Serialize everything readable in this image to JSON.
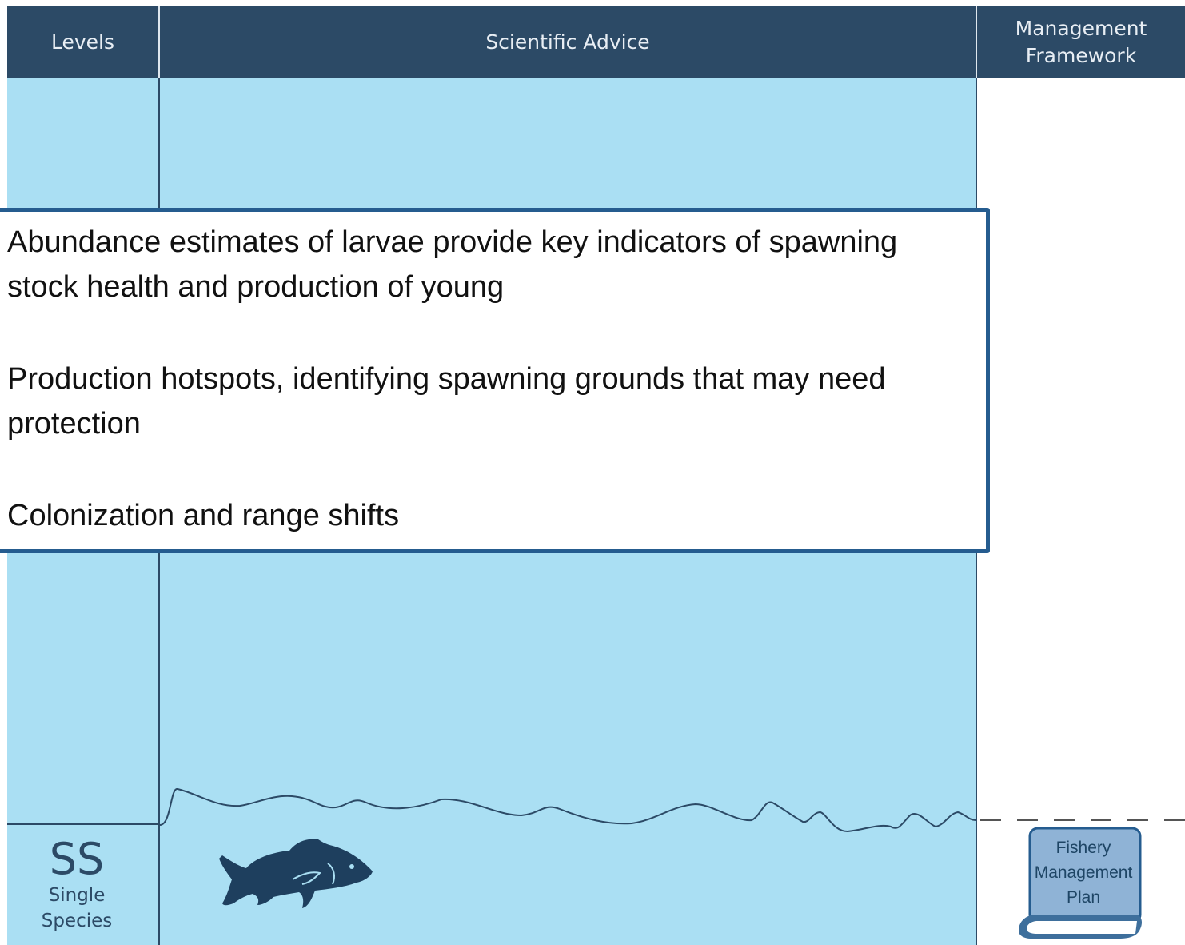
{
  "header": {
    "levels": "Levels",
    "scientific_advice": "Scientific Advice",
    "management_framework_line1": "Management",
    "management_framework_line2": "Framework"
  },
  "level": {
    "code": "SS",
    "name_line1": "Single",
    "name_line2": "Species"
  },
  "callout": {
    "item1": "Abundance estimates of larvae provide key indicators of spawning stock health and production of young",
    "item2": "Production hotspots, identifying spawning grounds that may need protection",
    "item3": "Colonization and range shifts"
  },
  "plan": {
    "line1": "Fishery",
    "line2": "Management",
    "line3": "Plan"
  },
  "icons": {
    "fish": "fish-icon",
    "book": "book-icon"
  },
  "colors": {
    "header": "#2c4a66",
    "water": "#aadff3",
    "callout_border": "#255c8f"
  }
}
